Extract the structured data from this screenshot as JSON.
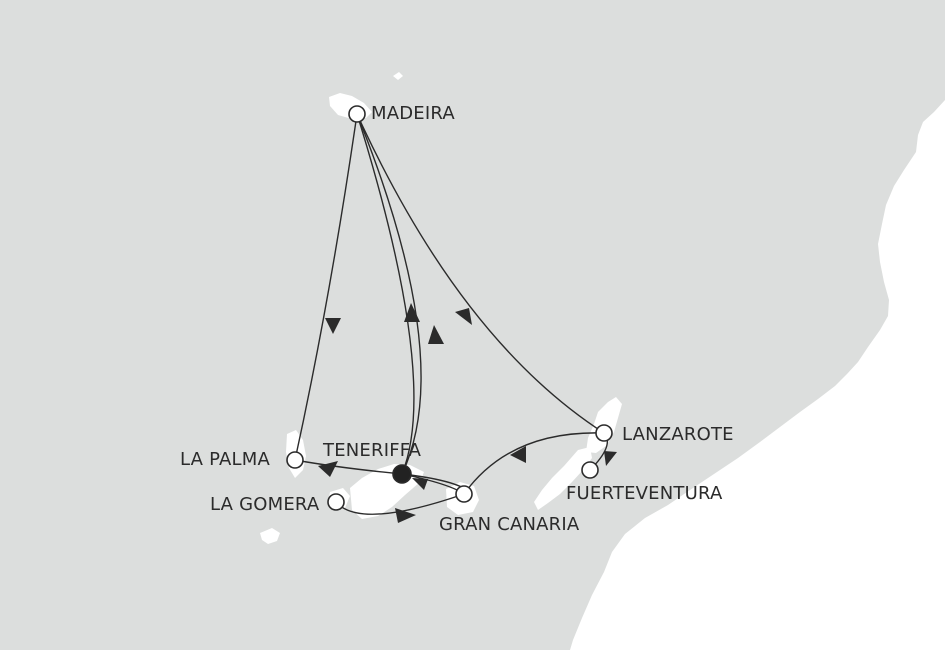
{
  "colors": {
    "sea": "#dcdedd",
    "land": "#ffffff",
    "route": "#2b2b2b",
    "port_fill": "#ffffff",
    "start_port_fill": "#222222"
  },
  "ports": {
    "madeira": "MADEIRA",
    "la_palma": "LA PALMA",
    "teneriffa": "TENERIFFA",
    "la_gomera": "LA GOMERA",
    "gran_canaria": "GRAN CANARIA",
    "lanzarote": "LANZAROTE",
    "fuerteventura": "FUERTEVENTURA"
  },
  "start_port": "TENERIFFA"
}
